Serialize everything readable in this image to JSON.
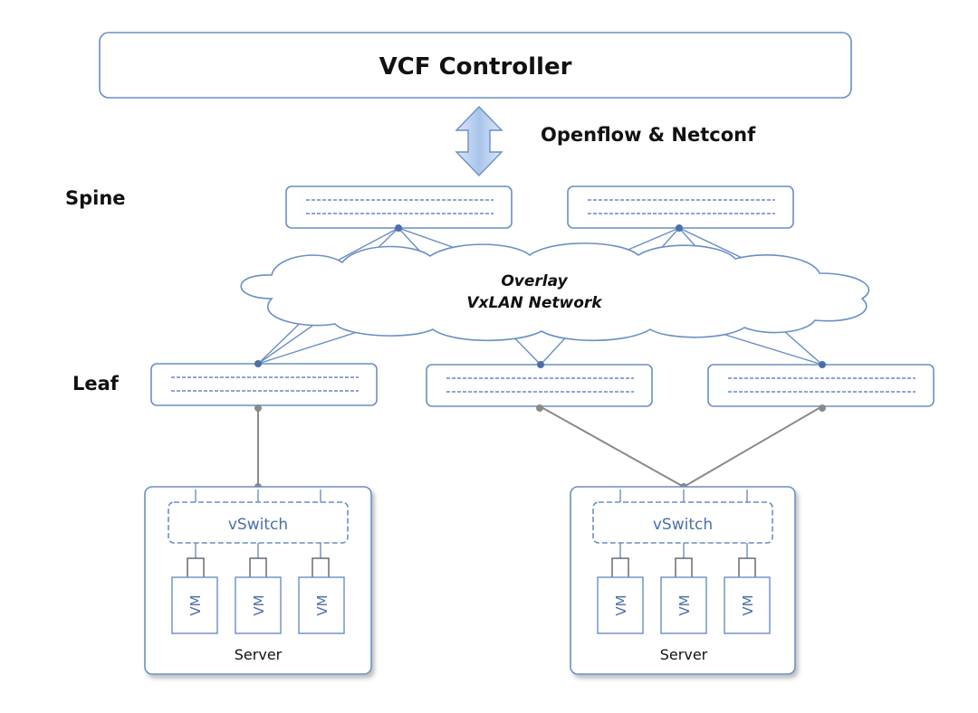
{
  "controller": {
    "label": "VCF Controller"
  },
  "protocol_label": "Openflow & Netconf",
  "tiers": {
    "spine": "Spine",
    "leaf": "Leaf"
  },
  "overlay": {
    "line1": "Overlay",
    "line2": "VxLAN Network"
  },
  "servers": [
    {
      "label": "Server",
      "vswitch": "vSwitch",
      "vms": [
        "VM",
        "VM",
        "VM"
      ]
    },
    {
      "label": "Server",
      "vswitch": "vSwitch",
      "vms": [
        "VM",
        "VM",
        "VM"
      ]
    }
  ],
  "colors": {
    "box_border": "#6a8fc4",
    "dash": "#4a72b6",
    "node": "#4d6fa9",
    "link": "#6a8fc4",
    "server_link": "#8a8a8a",
    "arrow_fill": "#b9d0ee"
  }
}
